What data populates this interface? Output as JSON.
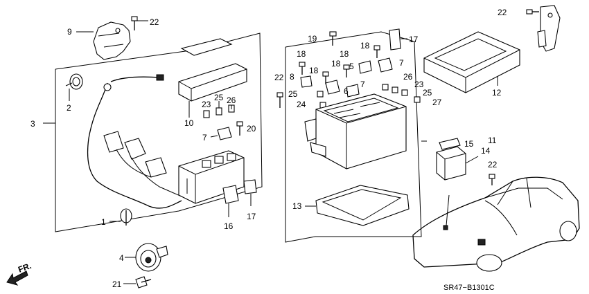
{
  "diagram": {
    "code": "SR47−B1301C",
    "front_arrow": "FR.",
    "callouts": {
      "c1": "1",
      "c2": "2",
      "c3": "3",
      "c4": "4",
      "c5": "5",
      "c6": "6",
      "c7a": "7",
      "c7b": "7",
      "c7c": "7",
      "c8": "8",
      "c9": "9",
      "c10": "10",
      "c11": "11",
      "c12": "12",
      "c13": "13",
      "c14": "14",
      "c15": "15",
      "c16": "16",
      "c17a": "17",
      "c17b": "17",
      "c18a": "18",
      "c18b": "18",
      "c18c": "18",
      "c18d": "18",
      "c18e": "18",
      "c19": "19",
      "c20": "20",
      "c21": "21",
      "c22a": "22",
      "c22b": "22",
      "c22c": "22",
      "c22d": "22",
      "c23a": "23",
      "c23b": "23",
      "c24": "24",
      "c25a": "25",
      "c25b": "25",
      "c25c": "25",
      "c26a": "26",
      "c26b": "26",
      "c27": "27"
    }
  }
}
